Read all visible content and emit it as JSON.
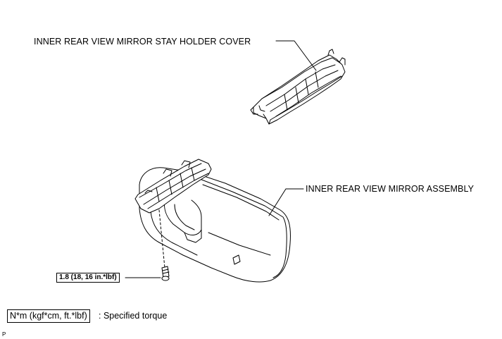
{
  "labels": {
    "cover": "INNER REAR VIEW MIRROR STAY HOLDER COVER",
    "mirror": "INNER REAR VIEW MIRROR ASSEMBLY"
  },
  "torque": {
    "value": "1.8 (18, 16 in.*lbf)"
  },
  "legend": {
    "unit": "N*m (kgf*cm, ft.*lbf)",
    "description": ": Specified torque"
  },
  "figure_code": "P"
}
